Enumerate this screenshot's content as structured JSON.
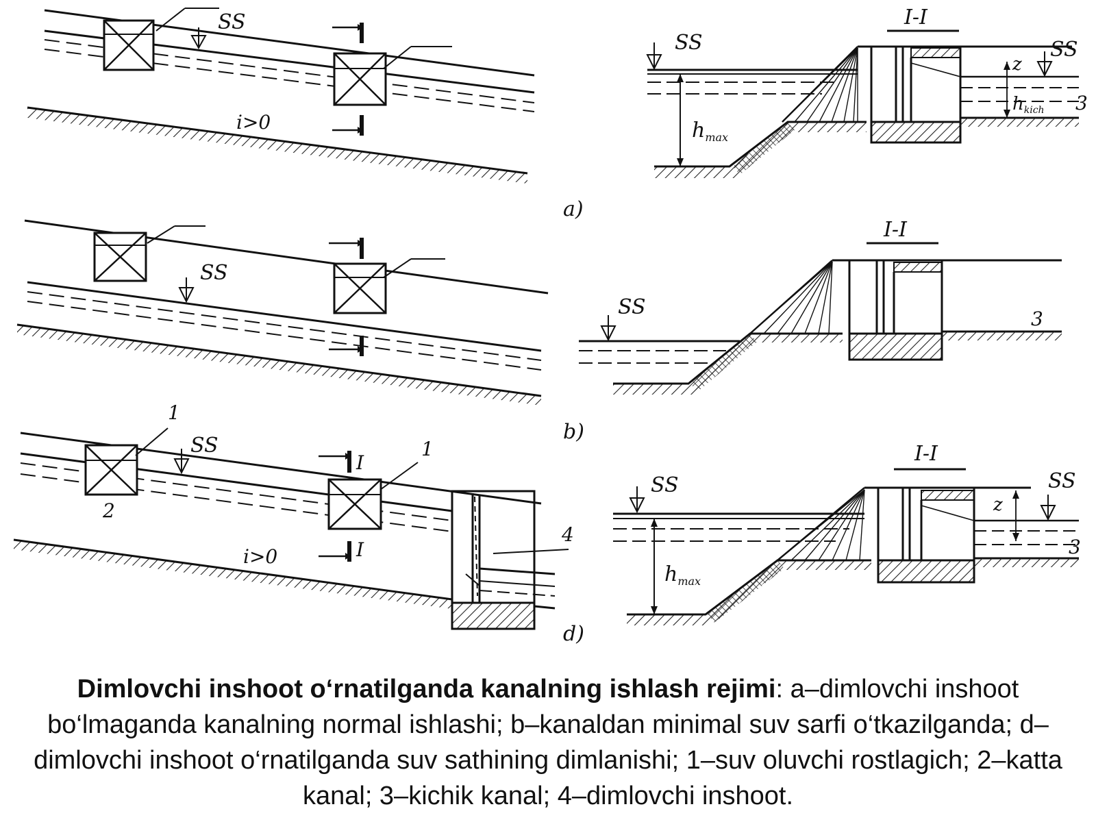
{
  "labels": {
    "ss": "SS",
    "section": "I-I",
    "slope": "i>0",
    "h_sym": "h",
    "h_sub_main": "max",
    "h_sub_branch": "kich",
    "z": "z",
    "roman_one": "I",
    "n1": "1",
    "n2": "2",
    "n3": "3",
    "n4": "4"
  },
  "panels": {
    "a": "a)",
    "b": "b)",
    "d": "d)"
  },
  "caption": {
    "title": "Dimlovchi inshoot o‘rnatilganda kanalning ishlash rejimi",
    "sep": ": ",
    "text": "a–dimlovchi inshoot bo‘lmaganda kanalning normal ishlashi; b–kanaldan minimal suv sarfi o‘tkazilganda; d–dimlovchi inshoot o‘rnatilganda suv sathining dimlanishi; 1–suv oluvchi rostlagich; 2–katta kanal; 3–kichik kanal; 4–dimlovchi inshoot."
  }
}
